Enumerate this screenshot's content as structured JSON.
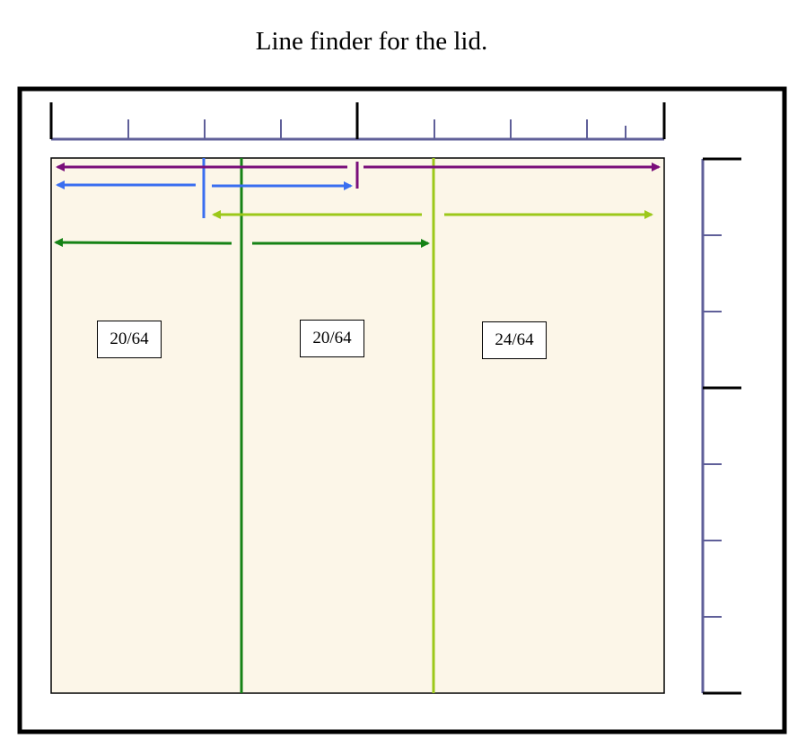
{
  "title": "Line finder for the lid.",
  "panels": [
    {
      "label": "20/64"
    },
    {
      "label": "20/64"
    },
    {
      "label": "24/64"
    }
  ],
  "colors": {
    "frame": "#000000",
    "ruler": "#5f5f99",
    "panel_fill": "#fcf6e8",
    "purple": "#7a0e7a",
    "blue": "#3a6ef0",
    "lime": "#9cc81a",
    "green": "#158215"
  }
}
